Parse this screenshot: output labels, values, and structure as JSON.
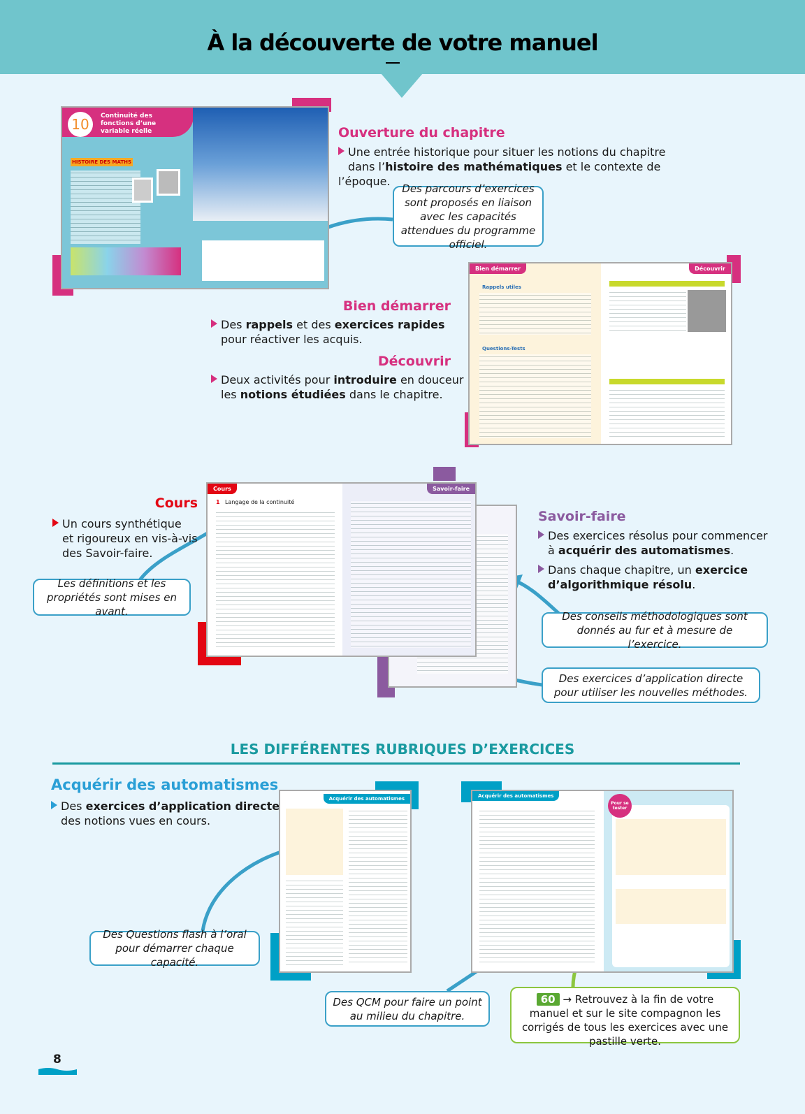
{
  "header": {
    "title": "À la découverte de votre manuel"
  },
  "ouverture": {
    "heading": "Ouverture du chapitre",
    "bullets": [
      "Une entrée historique pour situer les notions du chapitre",
      "dans l’",
      "histoire des mathématiques",
      " et le contexte de l’époque."
    ],
    "callout": "Des parcours d’exercices sont proposés en liaison avec les capacités attendues du programme officiel.",
    "mini": {
      "number": "10",
      "chapter_title": "Continuité des fonctions d’une variable réelle",
      "history": "HISTOIRE DES MATHS"
    }
  },
  "bien_demarrer": {
    "heading": "Bien démarrer",
    "b1": "Des ",
    "b2": "rappels",
    "b3": " et des ",
    "b4": "exercices rapides",
    "b5": "pour réactiver les acquis.",
    "mini_left": "Bien démarrer",
    "mini_right": "Découvrir",
    "mini_section1": "Rappels utiles",
    "mini_section2": "Questions-Tests"
  },
  "decouvrir": {
    "heading": "Découvrir",
    "b1": "Deux activités pour ",
    "b2": "introduire",
    "b3": " en douceur",
    "b4": "les ",
    "b5": "notions étudiées",
    "b6": " dans le chapitre."
  },
  "cours": {
    "heading": "Cours",
    "bullet": [
      "Un cours synthétique",
      "et rigoureux en vis-à-vis",
      "des Savoir-faire."
    ],
    "callout": "Les définitions et les propriétés sont mises en avant.",
    "mini_tab": "Cours",
    "mini_num": "1",
    "mini_title": "Langage de la continuité"
  },
  "savoir_faire": {
    "heading": "Savoir-faire",
    "b1a": "Des exercices résolus pour commencer",
    "b1b": "à ",
    "b1c": "acquérir des automatismes",
    "b1d": ".",
    "b2a": "Dans chaque chapitre, un ",
    "b2b": "exercice",
    "b2c": "d’algorithmique résolu",
    "b2d": ".",
    "callout1": "Des conseils méthodologiques sont donnés au fur et à mesure de l’exercice.",
    "callout2": "Des exercices d’application directe pour utiliser les nouvelles méthodes.",
    "mini_tab": "Savoir-faire"
  },
  "rubriques": {
    "title": "LES DIFFÉRENTES RUBRIQUES D’EXERCICES"
  },
  "acquerir": {
    "heading": "Acquérir des automatismes",
    "b1": "Des ",
    "b2": "exercices d’application directe",
    "b3": "des notions vues en cours.",
    "callout_flash": "Des Questions flash à l’oral pour démarrer chaque capacité.",
    "callout_qcm": "Des QCM pour faire un point au milieu du chapitre.",
    "green_badge": "60",
    "green_text": "Retrouvez à la fin de votre manuel et sur le site compagnon les corrigés de tous les exercices avec une pastille verte.",
    "mini_tab": "Acquérir des automatismes",
    "mini_test": "Pour se tester"
  },
  "footer": {
    "page_number": "8"
  },
  "colors": {
    "teal": "#70c5cc",
    "magenta": "#d6307f",
    "red": "#e30613",
    "purple": "#8b5a9f",
    "blue": "#2a9fd6",
    "green": "#8cc63f"
  }
}
